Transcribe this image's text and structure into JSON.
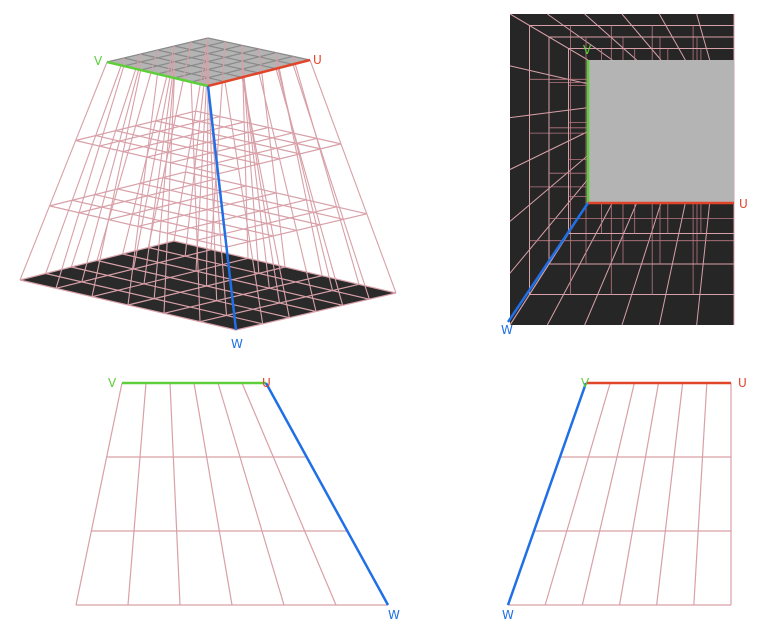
{
  "labels": {
    "u": "U",
    "v": "V",
    "w": "W"
  },
  "colors": {
    "u_axis": "#e0452a",
    "v_axis": "#5ecf3a",
    "w_axis": "#1f6fe6",
    "grid": "#d8a0a8",
    "grid_dark": "#b87880",
    "face_gray": "#b4b4b4",
    "face_dark": "#2a2a2a",
    "panel_dark": "#262626"
  },
  "views": [
    {
      "name": "perspective"
    },
    {
      "name": "top"
    },
    {
      "name": "front"
    },
    {
      "name": "side"
    }
  ]
}
